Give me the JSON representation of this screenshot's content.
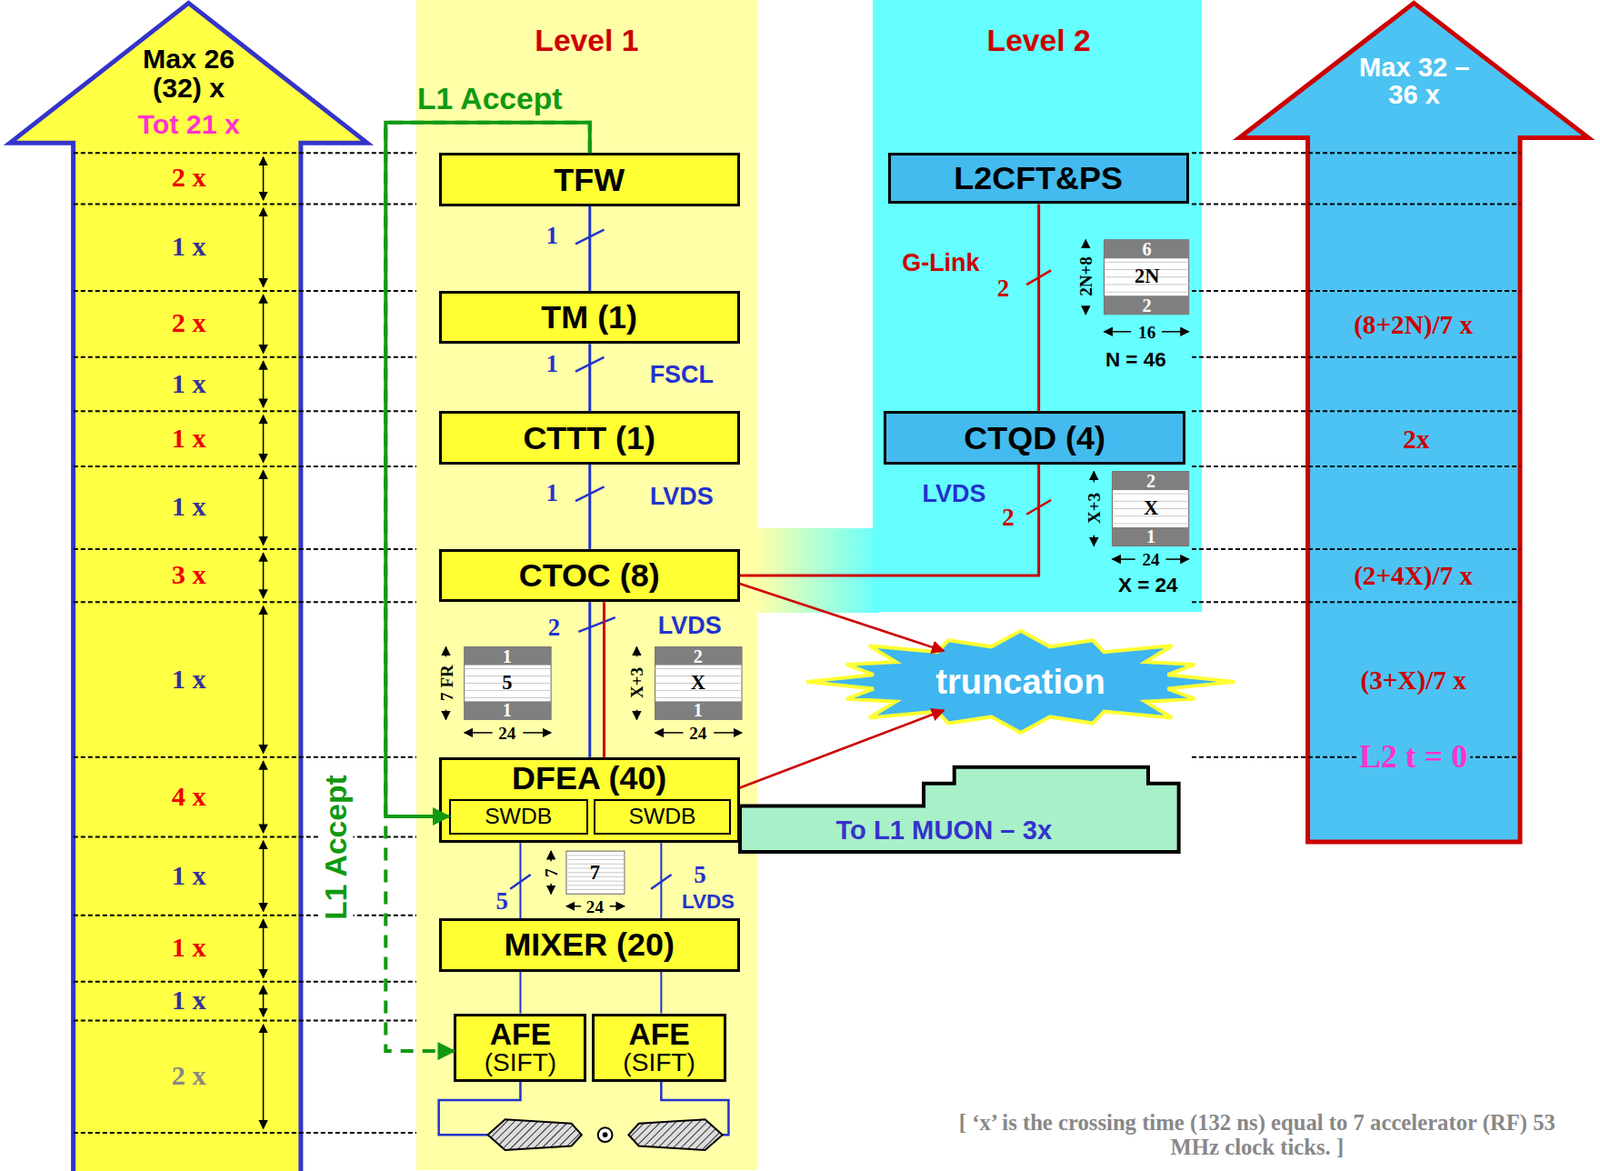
{
  "diagram": {
    "nodes": [
      {
        "text": [
          "Max 26 (32) x",
          "Tot 21 x"
        ]
      },
      {
        "text": [
          "Level 1"
        ]
      },
      {
        "text": [
          "TFW"
        ],
        "in": 1
      },
      {
        "text": [
          "TM (1)"
        ],
        "in": 1
      },
      {
        "text": [
          "CTTT (1)"
        ],
        "in": 1
      },
      {
        "text": [
          "CTOC (8)"
        ],
        "in": 1
      },
      {
        "text": [
          "DFEA (40)"
        ],
        "in": 1
      },
      {
        "text": [
          "SWDB"
        ],
        "in": 6
      },
      {
        "text": [
          "SWDB"
        ],
        "in": 6
      },
      {
        "text": [
          "MIXER (20)"
        ],
        "in": 1
      },
      {
        "text": [
          "AFE",
          "(SIFT)"
        ],
        "in": 1
      },
      {
        "text": [
          "AFE",
          "(SIFT)"
        ],
        "in": 1
      },
      {
        "text": [
          "Level 2"
        ]
      },
      {
        "text": [
          "L2CFT&PS"
        ],
        "in": 12
      },
      {
        "text": [
          "CTQD (4)"
        ],
        "in": 12
      },
      {
        "text": [
          "truncation"
        ]
      },
      {
        "text": [
          "To L1 MUON – 3x"
        ]
      },
      {
        "text": [
          "Max 32 – 36 x"
        ]
      }
    ],
    "edges": [
      {
        "from": 2,
        "to": 3,
        "arrow": "none"
      },
      {
        "from": 3,
        "to": 4,
        "arrow": "none"
      },
      {
        "from": 4,
        "to": 5,
        "arrow": "none"
      },
      {
        "from": 5,
        "to": 6,
        "arrow": "none"
      },
      {
        "from": 5,
        "to": 6,
        "arrow": "none"
      },
      {
        "from": 6,
        "to": 9,
        "arrow": "none"
      },
      {
        "from": 6,
        "to": 9,
        "arrow": "none"
      },
      {
        "from": 9,
        "to": 10,
        "arrow": "none"
      },
      {
        "from": 9,
        "to": 11,
        "arrow": "none"
      },
      {
        "from": 13,
        "to": 14,
        "arrow": "none"
      },
      {
        "from": 14,
        "to": 5,
        "arrow": "none"
      },
      {
        "from": 5,
        "to": 15,
        "arrow": "to"
      },
      {
        "from": 6,
        "to": 15,
        "arrow": "to"
      },
      {
        "from": 2,
        "to": 7,
        "arrow": "to"
      },
      {
        "from": 2,
        "to": 10,
        "arrow": "to"
      }
    ],
    "labels": [
      "L1 Accept",
      "1",
      "1",
      "FSCL",
      "1",
      "LVDS",
      "2",
      "LVDS",
      "7 FR",
      "1",
      "5",
      "1",
      "24",
      "X+3",
      "2",
      "X",
      "1",
      "24",
      "L1 Accept",
      "5",
      "7",
      "7",
      "24",
      "5",
      "LVDS",
      "G-Link",
      "2",
      "2N+8",
      "6",
      "2N",
      "2",
      "16",
      "N = 46",
      "LVDS",
      "2",
      "X+3",
      "2",
      "X",
      "1",
      "24",
      "X = 24",
      "2 x",
      "1 x",
      "2 x",
      "1 x",
      "1 x",
      "1 x",
      "3 x",
      "1 x",
      "4 x",
      "1 x",
      "1 x",
      "1 x",
      "2 x",
      "(8+2N)/7 x",
      "2x",
      "(2+4X)/7 x",
      "(3+X)/7 x",
      "L2 t = 0",
      "[ ‘x’ is the crossing time (132 ns) equal to 7 accelerator (RF) 53 MHz clock ticks. ]"
    ]
  }
}
